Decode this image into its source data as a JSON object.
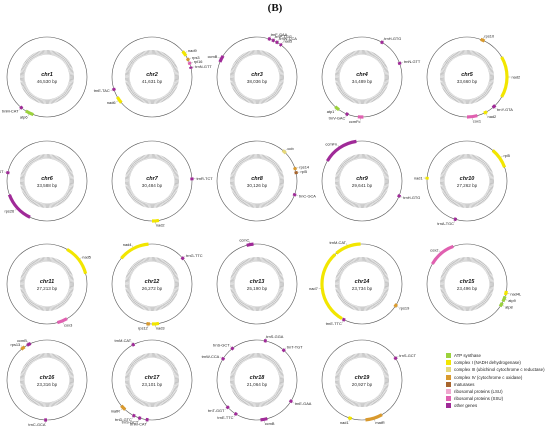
{
  "figure_label": "(B)",
  "colors": {
    "atp": "#9bd23c",
    "nad": "#f2e600",
    "cob": "#e5d87a",
    "cox": "#d99a2e",
    "mat": "#a8652d",
    "rpl": "#f0a8cf",
    "rps": "#e060b0",
    "other": "#a02a98",
    "backbone": "#555555",
    "gc": "#a9a9a9"
  },
  "legend": [
    {
      "key": "atp",
      "label": "ATP synthase"
    },
    {
      "key": "nad",
      "label": "complex I (NADH dehydrogenase)"
    },
    {
      "key": "cob",
      "label": "complex III (ubichinol cytochrome c reductase)"
    },
    {
      "key": "cox",
      "label": "complex IV (cytochrome c oxidase)"
    },
    {
      "key": "mat",
      "label": "maturases"
    },
    {
      "key": "rpl",
      "label": "ribosomal proteins (LSU)"
    },
    {
      "key": "rps",
      "label": "ribosomal proteins (SSU)"
    },
    {
      "key": "other",
      "label": "other genes"
    }
  ],
  "chromosomes": [
    {
      "name": "chr1",
      "size": "46,530 bp",
      "genes": [
        {
          "start": 200,
          "end": 212,
          "cls": "atp",
          "label": "atp6"
        },
        {
          "start": 218,
          "end": 222,
          "cls": "other",
          "label": "trnM-CAT"
        }
      ]
    },
    {
      "name": "chr2",
      "size": "41,631 bp",
      "genes": [
        {
          "start": 50,
          "end": 58,
          "cls": "nad",
          "label": "nad9"
        },
        {
          "start": 62,
          "end": 66,
          "cls": "cox",
          "label": "rps3"
        },
        {
          "start": 68,
          "end": 72,
          "cls": "rps",
          "label": "rpl16"
        },
        {
          "start": 75,
          "end": 78,
          "cls": "other",
          "label": "trnN-GTT"
        },
        {
          "start": 230,
          "end": 240,
          "cls": "nad",
          "label": "nad6"
        },
        {
          "start": 250,
          "end": 254,
          "cls": "other",
          "label": "trnE-TAC"
        }
      ]
    },
    {
      "name": "chr3",
      "size": "38,036 bp",
      "genes": [
        {
          "start": 16,
          "end": 20,
          "cls": "other",
          "label": "trnF-GAA"
        },
        {
          "start": 22,
          "end": 26,
          "cls": "other",
          "label": "trnP-TGG"
        },
        {
          "start": 28,
          "end": 32,
          "cls": "other",
          "label": "trnW-CCA"
        },
        {
          "start": 35,
          "end": 38,
          "cls": "other",
          "label": "nad5"
        },
        {
          "start": 292,
          "end": 302,
          "cls": "other",
          "label": "ccmB"
        }
      ]
    },
    {
      "name": "chr4",
      "size": "34,489 bp",
      "genes": [
        {
          "start": 28,
          "end": 32,
          "cls": "other",
          "label": "trnH-GTG"
        },
        {
          "start": 68,
          "end": 72,
          "cls": "other",
          "label": "trnN-GTT"
        },
        {
          "start": 178,
          "end": 186,
          "cls": "rps",
          "label": "ccmFc"
        },
        {
          "start": 200,
          "end": 204,
          "cls": "other",
          "label": "trnV-GAC"
        },
        {
          "start": 215,
          "end": 222,
          "cls": "atp",
          "label": "atp1"
        }
      ]
    },
    {
      "name": "chr5",
      "size": "33,660 bp",
      "genes": [
        {
          "start": 20,
          "end": 26,
          "cls": "cox",
          "label": "rps10"
        },
        {
          "start": 60,
          "end": 120,
          "cls": "nad",
          "label": "nad2"
        },
        {
          "start": 135,
          "end": 140,
          "cls": "other",
          "label": "trnY-GTA"
        },
        {
          "start": 150,
          "end": 155,
          "cls": "nad",
          "label": "nad2"
        },
        {
          "start": 165,
          "end": 180,
          "cls": "rps",
          "label": "cox1"
        }
      ]
    },
    {
      "name": "chr6",
      "size": "33,588 bp",
      "genes": [
        {
          "start": 205,
          "end": 250,
          "cls": "other",
          "label": "rps26"
        },
        {
          "start": 280,
          "end": 284,
          "cls": "other",
          "label": "trnL-GGT"
        }
      ]
    },
    {
      "name": "chr7",
      "size": "30,484 bp",
      "genes": [
        {
          "start": 85,
          "end": 89,
          "cls": "other",
          "label": "trnR-TCT"
        },
        {
          "start": 170,
          "end": 180,
          "cls": "nad",
          "label": "nad2"
        }
      ]
    },
    {
      "name": "chr8",
      "size": "30,126 bp",
      "genes": [
        {
          "start": 40,
          "end": 46,
          "cls": "cob",
          "label": "cob"
        },
        {
          "start": 70,
          "end": 74,
          "cls": "cox",
          "label": "rps14"
        },
        {
          "start": 76,
          "end": 80,
          "cls": "mat",
          "label": "rpl5"
        },
        {
          "start": 108,
          "end": 112,
          "cls": "other",
          "label": "trnC-GCA"
        }
      ]
    },
    {
      "name": "chr9",
      "size": "29,641 bp",
      "genes": [
        {
          "start": 300,
          "end": 352,
          "cls": "other",
          "label": "ccmFn"
        },
        {
          "start": 110,
          "end": 114,
          "cls": "other",
          "label": "trnH-GTG"
        }
      ]
    },
    {
      "name": "chr10",
      "size": "27,262 bp",
      "genes": [
        {
          "start": 40,
          "end": 70,
          "cls": "nad",
          "label": "rpl5"
        },
        {
          "start": 195,
          "end": 199,
          "cls": "other",
          "label": "trnA-TGC"
        },
        {
          "start": 272,
          "end": 276,
          "cls": "nad",
          "label": "nad1"
        }
      ]
    },
    {
      "name": "chr11",
      "size": "27,213 bp",
      "genes": [
        {
          "start": 30,
          "end": 75,
          "cls": "nad",
          "label": "nad5"
        },
        {
          "start": 150,
          "end": 165,
          "cls": "rps",
          "label": "cox3"
        }
      ]
    },
    {
      "name": "chr12",
      "size": "26,272 bp",
      "genes": [
        {
          "start": 310,
          "end": 355,
          "cls": "nad",
          "label": "nad4"
        },
        {
          "start": 48,
          "end": 52,
          "cls": "other",
          "label": "trnG-TTC"
        },
        {
          "start": 170,
          "end": 180,
          "cls": "nad",
          "label": "nad3"
        },
        {
          "start": 183,
          "end": 188,
          "cls": "cox",
          "label": "rps12"
        }
      ]
    },
    {
      "name": "chr13",
      "size": "25,190 bp",
      "genes": [
        {
          "start": 345,
          "end": 355,
          "cls": "other",
          "label": "ccmC"
        }
      ]
    },
    {
      "name": "chr14",
      "size": "23,734 bp",
      "genes": [
        {
          "start": 320,
          "end": 358,
          "cls": "nad",
          "label": "trnM-CAT"
        },
        {
          "start": 210,
          "end": 318,
          "cls": "nad",
          "label": "nad7"
        },
        {
          "start": 205,
          "end": 209,
          "cls": "other",
          "label": "trnE-TTC"
        },
        {
          "start": 120,
          "end": 125,
          "cls": "cox",
          "label": "rps19"
        }
      ]
    },
    {
      "name": "chr15",
      "size": "23,496 bp",
      "genes": [
        {
          "start": 300,
          "end": 340,
          "cls": "rps",
          "label": "cox2"
        },
        {
          "start": 100,
          "end": 106,
          "cls": "nad",
          "label": "nad4L"
        },
        {
          "start": 108,
          "end": 116,
          "cls": "atp",
          "label": "atp9"
        },
        {
          "start": 118,
          "end": 124,
          "cls": "atp",
          "label": "atp8"
        }
      ]
    },
    {
      "name": "chr16",
      "size": "23,316 bp",
      "genes": [
        {
          "start": 330,
          "end": 336,
          "cls": "other",
          "label": "ccmB"
        },
        {
          "start": 320,
          "end": 326,
          "cls": "cox",
          "label": "rps13"
        },
        {
          "start": 180,
          "end": 184,
          "cls": "other",
          "label": "trnC-GCA"
        }
      ]
    },
    {
      "name": "chr17",
      "size": "23,101 bp",
      "genes": [
        {
          "start": 222,
          "end": 230,
          "cls": "cox",
          "label": "matR"
        },
        {
          "start": 205,
          "end": 209,
          "cls": "other",
          "label": "trnD-GTC"
        },
        {
          "start": 196,
          "end": 200,
          "cls": "other",
          "label": "trnS-GCT"
        },
        {
          "start": 185,
          "end": 189,
          "cls": "other",
          "label": "trnM-CAT"
        },
        {
          "start": 330,
          "end": 334,
          "cls": "other",
          "label": "trnM-CAT"
        }
      ]
    },
    {
      "name": "chr18",
      "size": "21,064 bp",
      "genes": [
        {
          "start": 300,
          "end": 304,
          "cls": "other",
          "label": "trnW-CCA"
        },
        {
          "start": 320,
          "end": 324,
          "cls": "other",
          "label": "trnS-GCT"
        },
        {
          "start": 10,
          "end": 14,
          "cls": "other",
          "label": "trnS-GGA"
        },
        {
          "start": 40,
          "end": 44,
          "cls": "other",
          "label": "trnT-TGT"
        },
        {
          "start": 120,
          "end": 124,
          "cls": "other",
          "label": "trnE-GAA"
        },
        {
          "start": 165,
          "end": 175,
          "cls": "other",
          "label": "ccmB"
        },
        {
          "start": 210,
          "end": 214,
          "cls": "other",
          "label": "trnE-TTC"
        },
        {
          "start": 225,
          "end": 229,
          "cls": "other",
          "label": "trnT-GGT"
        }
      ]
    },
    {
      "name": "chr19",
      "size": "20,927 bp",
      "genes": [
        {
          "start": 55,
          "end": 59,
          "cls": "other",
          "label": "trnS-GCT"
        },
        {
          "start": 150,
          "end": 175,
          "cls": "cox",
          "label": "matR"
        },
        {
          "start": 195,
          "end": 200,
          "cls": "nad",
          "label": "nad1"
        }
      ]
    }
  ]
}
